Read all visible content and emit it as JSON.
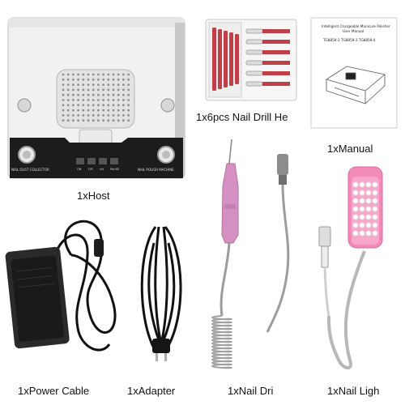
{
  "captions": {
    "host": "1xHost",
    "drill_heads": "1x6pcs Nail Drill He",
    "manual": "1xManual",
    "power_cable": "1xPower Cable",
    "adapter": "1xAdapter",
    "nail_drill": "1xNail Dri",
    "nail_light": "1xNail Ligh"
  },
  "host_panel": {
    "label_left": "NAIL DUST COLLECTOR",
    "label_right": "NAIL POLISH MACHINE",
    "button_1": "ON",
    "button_2": "F/R",
    "button_3": "H/L",
    "button_4": "PAUSE"
  },
  "manual": {
    "title": "Intelligent Chargeable Manicure Polisher",
    "subtitle": "User Manual",
    "models": "TG8859-2  TG8859-3  TG8859-4"
  },
  "colors": {
    "host_body": "#f1f1f1",
    "host_panel": "#1c1c1c",
    "drill_bit_red": "#c0404a",
    "drill_pink": "#d490c0",
    "light_body": "#f28ab7",
    "cable": "#111111"
  }
}
